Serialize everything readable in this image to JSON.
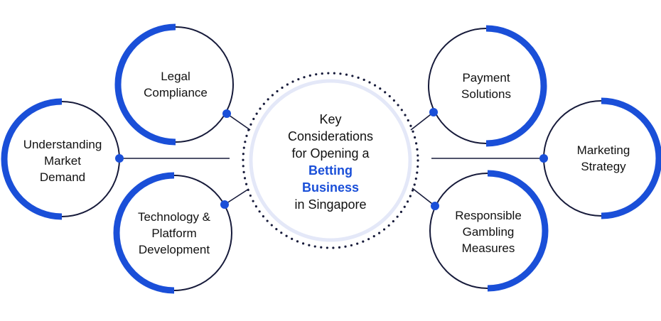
{
  "center": {
    "lines": [
      "Key",
      "Considerations",
      "for Opening a"
    ],
    "highlight": [
      "Betting",
      "Business"
    ],
    "tail": "in Singapore"
  },
  "nodes": {
    "legal": [
      "Legal",
      "Compliance"
    ],
    "market": [
      "Understanding",
      "Market",
      "Demand"
    ],
    "tech": [
      "Technology &",
      "Platform",
      "Development"
    ],
    "payment": [
      "Payment",
      "Solutions"
    ],
    "marketing": [
      "Marketing",
      "Strategy"
    ],
    "responsible": [
      "Responsible",
      "Gambling",
      "Measures"
    ]
  },
  "colors": {
    "accent": "#1a4fd8",
    "ring": "#161a3a",
    "center_ring": "#e4e8f8",
    "dots": "#161a3a"
  }
}
